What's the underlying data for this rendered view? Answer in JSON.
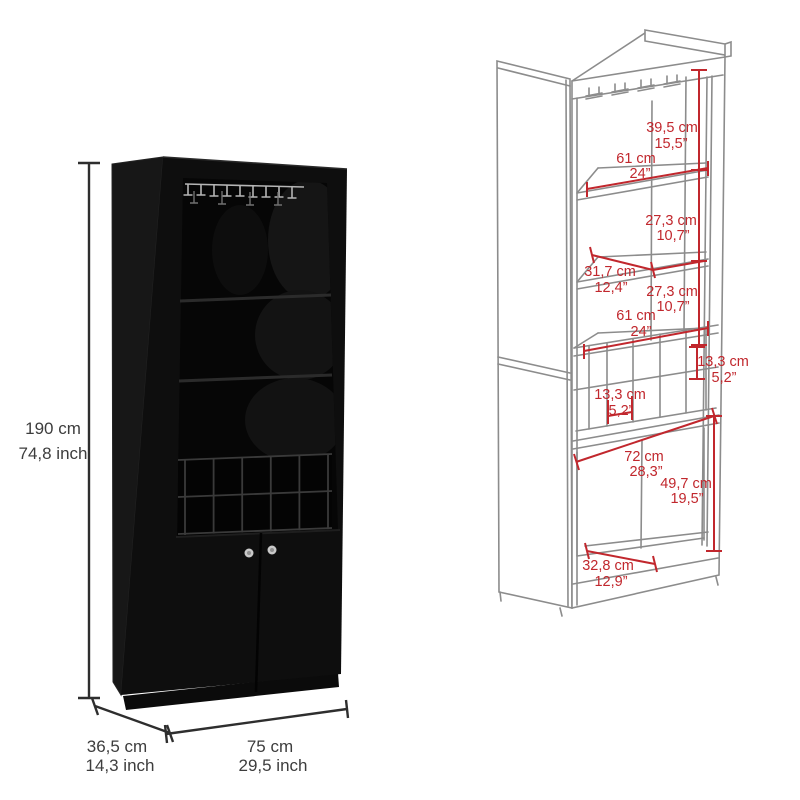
{
  "colors": {
    "dimension_red": "#c1272d",
    "wireframe_gray": "#8c8c8c",
    "dimension_text_dark": "#3d3d3d",
    "cabinet_black": "#0d0d0d"
  },
  "overall_dimensions": {
    "height": {
      "cm": "190 cm",
      "inch": "74,8 inch"
    },
    "depth": {
      "cm": "36,5 cm",
      "inch": "14,3 inch"
    },
    "width": {
      "cm": "75 cm",
      "inch": "29,5 inch"
    }
  },
  "internal_dimensions": {
    "top_section_height": {
      "cm": "39,5 cm",
      "inch": "15,5”"
    },
    "upper_shelf_width": {
      "cm": "61 cm",
      "inch": "24”"
    },
    "second_section_height": {
      "cm": "27,3 cm",
      "inch": "10,7”"
    },
    "shelf_depth": {
      "cm": "31,7 cm",
      "inch": "12,4”"
    },
    "third_section_height": {
      "cm": "27,3 cm",
      "inch": "10,7”"
    },
    "lower_shelf_width": {
      "cm": "61 cm",
      "inch": "24”"
    },
    "bottle_cubby_height": {
      "cm": "13,3 cm",
      "inch": "5,2”"
    },
    "bottle_cubby_width": {
      "cm": "13,3 cm",
      "inch": "5,2”"
    },
    "lower_cabinet_width": {
      "cm": "72 cm",
      "inch": "28,3”"
    },
    "lower_cabinet_height": {
      "cm": "49,7 cm",
      "inch": "19,5”"
    },
    "lower_cabinet_depth": {
      "cm": "32,8 cm",
      "inch": "12,9”"
    }
  }
}
